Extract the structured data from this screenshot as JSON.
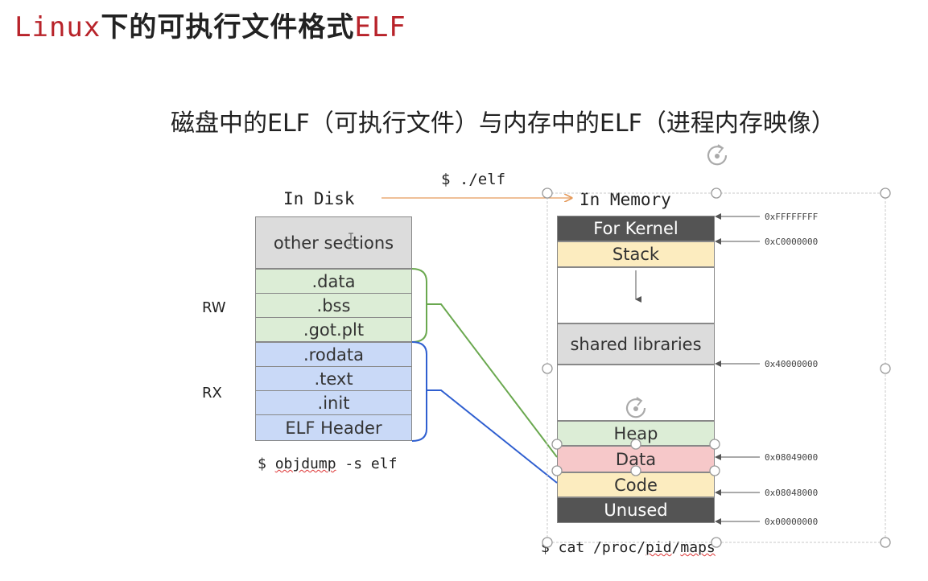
{
  "title": {
    "prefix": "Linux",
    "middle": "下的可执行文件格式",
    "suffix": "ELF"
  },
  "subtitle": "磁盘中的ELF（可执行文件）与内存中的ELF（进程内存映像）",
  "disk": {
    "label": "In Disk",
    "sections": [
      "other sections",
      ".data",
      ".bss",
      ".got.plt",
      ".rodata",
      ".text",
      ".init",
      "ELF Header"
    ],
    "command_prefix": "$ ",
    "command_marked": "objdump",
    "command_rest": " -s elf"
  },
  "arrow_command": "$ ./elf",
  "groups": {
    "rw": "RW",
    "rx": "RX"
  },
  "memory": {
    "label": "In Memory",
    "segments": [
      "For Kernel",
      "Stack",
      "shared libraries",
      "Heap",
      "Data",
      "Code",
      "Unused"
    ],
    "addresses": [
      "0xFFFFFFFF",
      "0xC0000000",
      "0x40000000",
      "0x08049000",
      "0x08048000",
      "0x00000000"
    ],
    "command_prefix": "$ cat /proc/",
    "command_marked": "pid",
    "command_mid": "/",
    "command_marked2": "maps"
  },
  "colors": {
    "rw_line": "#6aa84f",
    "rx_line": "#2f5fd0",
    "title_red": "#b8232a",
    "arrow": "#e59a5b"
  }
}
